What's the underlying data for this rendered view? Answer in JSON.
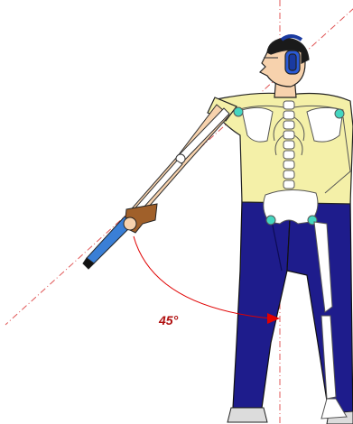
{
  "diagram": {
    "angle_label": "45°",
    "colors": {
      "reference_line": "#e05555",
      "angle_arc": "#e00000",
      "angle_label": "#b01010",
      "shirt": "#f4f0a8",
      "trousers": "#1e1c8c",
      "skin": "#f7d2ad",
      "hair": "#1a1a1a",
      "ear_protectors": "#2a5ad6",
      "bone": "#ffffff",
      "bone_outline": "#555555",
      "joint_highlight": "#44d6c0",
      "pistol_grip": "#a0602a",
      "pistol_barrel": "#3a7fd6",
      "shoe": "#dcdcdc"
    },
    "icons": [
      "shooter-figure",
      "skeleton-overlay",
      "air-pistol",
      "ear-defenders"
    ]
  }
}
